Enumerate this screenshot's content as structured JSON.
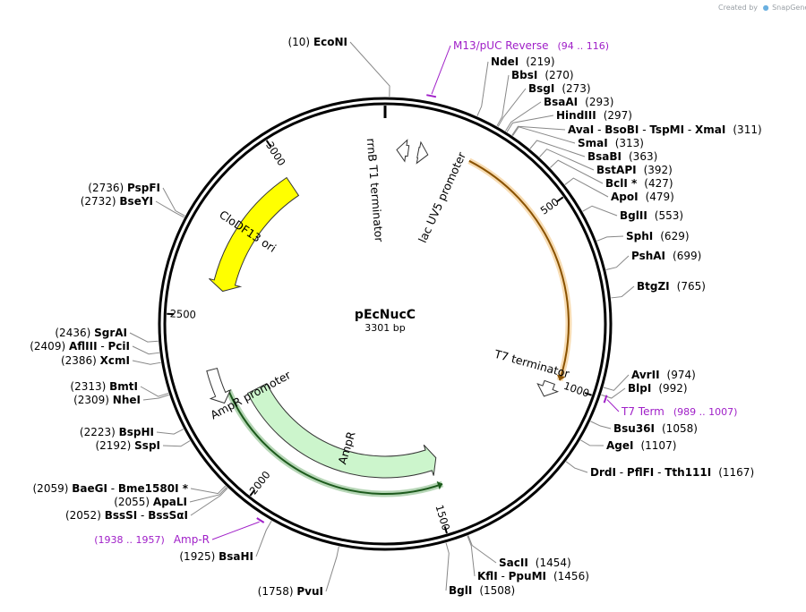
{
  "credit": {
    "prefix": "Created by",
    "brand": "SnapGene"
  },
  "plasmid": {
    "name": "pEcNucC",
    "size_label": "3301 bp",
    "length": 3301
  },
  "colors": {
    "backbone": "#000000",
    "clodf13_ori": "#ffff00",
    "ampr": "#ccf5cc",
    "primer": "#a020c8",
    "orf_orange": "#e89a26",
    "orf_green": "#2d8a2d",
    "leader_line": "#888888"
  },
  "ticks": [
    {
      "pos": 500,
      "label": "500"
    },
    {
      "pos": 1000,
      "label": "1000"
    },
    {
      "pos": 1500,
      "label": "1500"
    },
    {
      "pos": 2000,
      "label": "2000"
    },
    {
      "pos": 2500,
      "label": "2500"
    },
    {
      "pos": 3000,
      "label": "3000"
    }
  ],
  "sites": [
    {
      "names": [
        "EcoNI"
      ],
      "pos": "(10)",
      "bp": 10,
      "side": "left"
    },
    {
      "names": [
        "NdeI"
      ],
      "pos": "(219)",
      "bp": 219,
      "side": "right"
    },
    {
      "names": [
        "BbsI"
      ],
      "pos": "(270)",
      "bp": 270,
      "side": "right"
    },
    {
      "names": [
        "BsgI"
      ],
      "pos": "(273)",
      "bp": 273,
      "side": "right"
    },
    {
      "names": [
        "BsaAI"
      ],
      "pos": "(293)",
      "bp": 293,
      "side": "right"
    },
    {
      "names": [
        "HindIII"
      ],
      "pos": "(297)",
      "bp": 297,
      "side": "right"
    },
    {
      "names": [
        "AvaI",
        "BsoBI",
        "TspMI",
        "XmaI"
      ],
      "pos": "(311)",
      "bp": 311,
      "side": "right"
    },
    {
      "names": [
        "SmaI"
      ],
      "pos": "(313)",
      "bp": 313,
      "side": "right"
    },
    {
      "names": [
        "BsaBI"
      ],
      "pos": "(363)",
      "bp": 363,
      "side": "right"
    },
    {
      "names": [
        "BstAPI"
      ],
      "pos": "(392)",
      "bp": 392,
      "side": "right"
    },
    {
      "names": [
        "BclI *"
      ],
      "pos": "(427)",
      "bp": 427,
      "side": "right"
    },
    {
      "names": [
        "ApoI"
      ],
      "pos": "(479)",
      "bp": 479,
      "side": "right"
    },
    {
      "names": [
        "BglII"
      ],
      "pos": "(553)",
      "bp": 553,
      "side": "right"
    },
    {
      "names": [
        "SphI"
      ],
      "pos": "(629)",
      "bp": 629,
      "side": "right"
    },
    {
      "names": [
        "PshAI"
      ],
      "pos": "(699)",
      "bp": 699,
      "side": "right"
    },
    {
      "names": [
        "BtgZI"
      ],
      "pos": "(765)",
      "bp": 765,
      "side": "right"
    },
    {
      "names": [
        "AvrII"
      ],
      "pos": "(974)",
      "bp": 974,
      "side": "right"
    },
    {
      "names": [
        "BlpI"
      ],
      "pos": "(992)",
      "bp": 992,
      "side": "right"
    },
    {
      "names": [
        "Bsu36I"
      ],
      "pos": "(1058)",
      "bp": 1058,
      "side": "right"
    },
    {
      "names": [
        "AgeI"
      ],
      "pos": "(1107)",
      "bp": 1107,
      "side": "right"
    },
    {
      "names": [
        "DrdI",
        "PflFI",
        "Tth111I"
      ],
      "pos": "(1167)",
      "bp": 1167,
      "side": "right"
    },
    {
      "names": [
        "SacII"
      ],
      "pos": "(1454)",
      "bp": 1454,
      "side": "right"
    },
    {
      "names": [
        "KflI",
        "PpuMI"
      ],
      "pos": "(1456)",
      "bp": 1456,
      "side": "right"
    },
    {
      "names": [
        "BglI"
      ],
      "pos": "(1508)",
      "bp": 1508,
      "side": "right"
    },
    {
      "names": [
        "PvuI"
      ],
      "pos": "(1758)",
      "bp": 1758,
      "side": "left"
    },
    {
      "names": [
        "BsaHI"
      ],
      "pos": "(1925)",
      "bp": 1925,
      "side": "left"
    },
    {
      "names": [
        "BssSI",
        "BssSαI"
      ],
      "pos": "(2052)",
      "bp": 2052,
      "side": "left"
    },
    {
      "names": [
        "ApaLI"
      ],
      "pos": "(2055)",
      "bp": 2055,
      "side": "left"
    },
    {
      "names": [
        "BaeGI",
        "Bme1580I *"
      ],
      "pos": "(2059)",
      "bp": 2059,
      "side": "left"
    },
    {
      "names": [
        "SspI"
      ],
      "pos": "(2192)",
      "bp": 2192,
      "side": "left"
    },
    {
      "names": [
        "BspHI"
      ],
      "pos": "(2223)",
      "bp": 2223,
      "side": "left"
    },
    {
      "names": [
        "NheI"
      ],
      "pos": "(2309)",
      "bp": 2309,
      "side": "left"
    },
    {
      "names": [
        "BmtI"
      ],
      "pos": "(2313)",
      "bp": 2313,
      "side": "left"
    },
    {
      "names": [
        "XcmI"
      ],
      "pos": "(2386)",
      "bp": 2386,
      "side": "left"
    },
    {
      "names": [
        "AflIII",
        "PciI"
      ],
      "pos": "(2409)",
      "bp": 2409,
      "side": "left"
    },
    {
      "names": [
        "SgrAI"
      ],
      "pos": "(2436)",
      "bp": 2436,
      "side": "left"
    },
    {
      "names": [
        "BseYI"
      ],
      "pos": "(2732)",
      "bp": 2732,
      "side": "left"
    },
    {
      "names": [
        "PspFI"
      ],
      "pos": "(2736)",
      "bp": 2736,
      "side": "left"
    }
  ],
  "primers": [
    {
      "name": "M13/pUC Reverse",
      "range": "(94 .. 116)",
      "start": 94,
      "end": 116,
      "side": "right"
    },
    {
      "name": "T7 Term",
      "range": "(989 .. 1007)",
      "start": 989,
      "end": 1007,
      "side": "right"
    },
    {
      "name": "Amp-R",
      "range": "(1938 .. 1957)",
      "start": 1938,
      "end": 1957,
      "side": "left"
    }
  ],
  "features": [
    {
      "name": "CloDF13 ori",
      "start": 2580,
      "end": 2990,
      "direction": "reverse",
      "kind": "ori"
    },
    {
      "name": "AmpR",
      "start": 1460,
      "end": 2230,
      "direction": "reverse",
      "kind": "cds"
    },
    {
      "name": "AmpR promoter",
      "start": 2235,
      "end": 2340,
      "direction": "reverse",
      "kind": "promoter"
    },
    {
      "name": "rrnB T1 terminator",
      "start": 35,
      "end": 70,
      "direction": "reverse",
      "kind": "terminator"
    },
    {
      "name": "lac UV5 promoter",
      "start": 100,
      "end": 130,
      "direction": "forward",
      "kind": "promoter"
    },
    {
      "name": "T7 terminator",
      "start": 1005,
      "end": 1050,
      "direction": "forward",
      "kind": "terminator"
    }
  ],
  "orfs": [
    {
      "start": 250,
      "end": 990,
      "direction": "forward",
      "color_key": "orf_orange"
    },
    {
      "start": 1470,
      "end": 2265,
      "direction": "reverse",
      "color_key": "orf_green"
    }
  ]
}
